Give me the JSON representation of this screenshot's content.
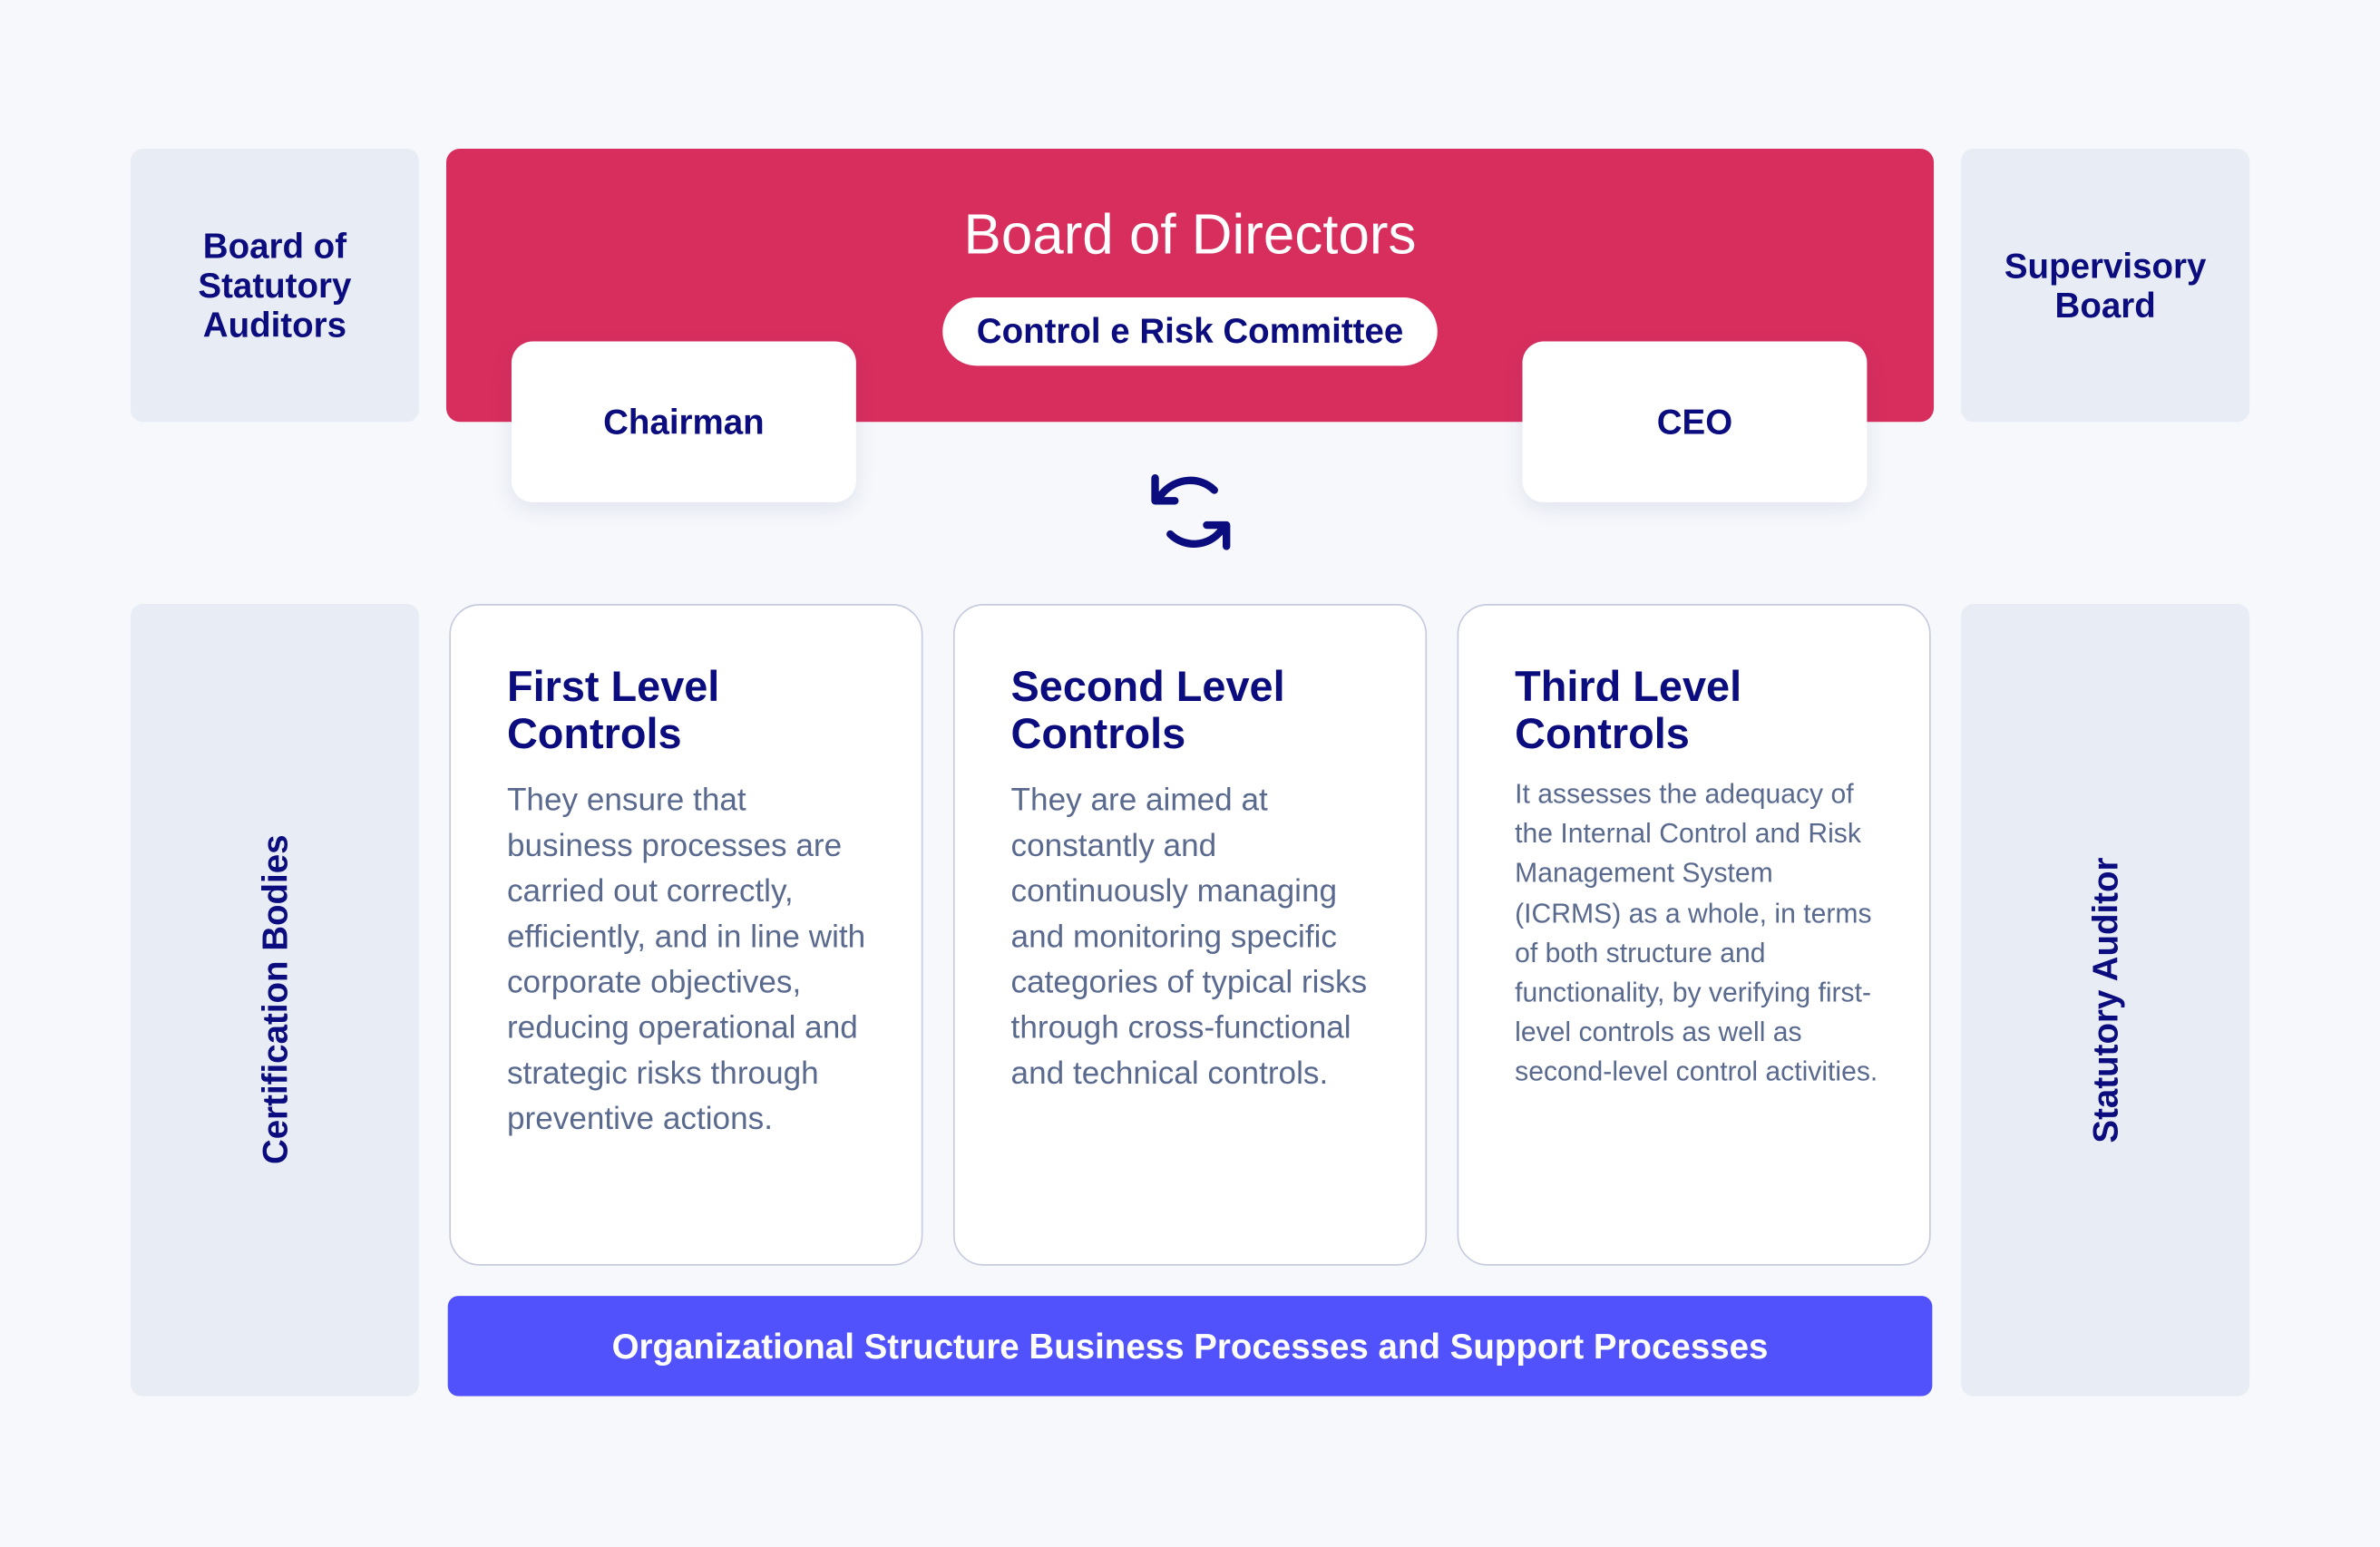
{
  "side_boxes": {
    "board_of_statutory_auditors": "Board of Statutory Auditors",
    "supervisory_board": "Supervisory Board",
    "certification_bodies": "Certification Bodies",
    "statutory_auditor": "Statutory Auditor"
  },
  "board": {
    "title": "Board of Directors",
    "committee": "Control e Risk Committee",
    "chairman": "Chairman",
    "ceo": "CEO"
  },
  "icons": {
    "exchange": "refresh-arrows-icon"
  },
  "controls": [
    {
      "title": "First Level Controls",
      "body": "They ensure that business processes are carried out correctly, efficiently, and in line with corporate objectives, reducing operational and strategic risks through preventive actions."
    },
    {
      "title": "Second Level Controls",
      "body": "They are aimed at constantly and continuously managing and monitoring specific categories of typical risks through cross-functional and technical controls."
    },
    {
      "title": "Third Level Controls",
      "body": "It assesses the adequacy of the Internal Control and Risk Management System (ICRMS) as a whole, in terms of both structure and functionality, by verifying first-level controls as well as second-level control activities."
    }
  ],
  "footer_bar": "Organizational Structure Business Processes and Support Processes",
  "colors": {
    "navy": "#0b0c7d",
    "board_red": "#d82e5e",
    "bar_blue": "#5252fd",
    "side_gray": "#e8ecf5"
  }
}
